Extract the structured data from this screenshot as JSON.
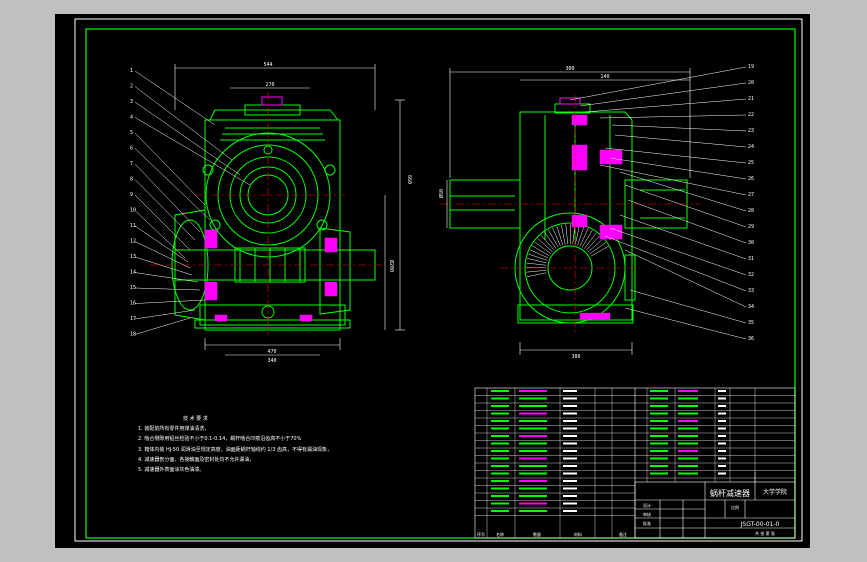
{
  "colors": {
    "background": "#000000",
    "frame": "#ffffff",
    "border": "#00ff00",
    "part_outline": "#00ff00",
    "section": "#ff00ff",
    "dimension": "#ffffff",
    "leader": "#ffffff",
    "centerline": "#ff0000",
    "note_text": "#ffffff"
  },
  "drawing": {
    "title": "蜗杆减速器",
    "school": "大学学院",
    "drawing_no": "JSGT-00-01-0"
  },
  "front_view": {
    "balloons_left": [
      "1",
      "2",
      "3",
      "4",
      "5",
      "6",
      "7",
      "8",
      "9",
      "10",
      "11",
      "12",
      "13",
      "14",
      "15",
      "16",
      "17",
      "18"
    ],
    "dims": {
      "overall_width": "544",
      "top_boss": "270",
      "base_width": "470",
      "base_inner": "340",
      "height_right": "660",
      "center_dia": "Ø200"
    }
  },
  "side_view": {
    "balloons_right": [
      "19",
      "20",
      "21",
      "22",
      "23",
      "24",
      "25",
      "26",
      "27",
      "28",
      "29",
      "30",
      "31",
      "32",
      "33",
      "34",
      "35",
      "36"
    ],
    "dims": {
      "overall_width": "300",
      "shaft_length": "140",
      "base_width": "380",
      "shaft_dia": "Ø50"
    }
  },
  "technical_requirements": {
    "heading": "技 术 要 求",
    "items": [
      "1. 装配前所有零件用煤油清洗，",
      "2. 啮合侧隙用铅丝检验不小于0.1-0.14，蜗杆啮合印痕沿齿高不小于70%",
      "3. 箱体内装 HJ-50 润滑油至规定高度，油面距蜗杆轴线约 1/3 齿高，不得有漏油现象，",
      "4. 减速器剖分面、各接触面及密封处均不允许漏油，",
      "5. 减速器外表面涂灰色油漆。"
    ]
  },
  "title_block": {
    "col_headers": [
      "序号",
      "名称",
      "数量",
      "材料",
      "备注"
    ],
    "sign_labels": [
      "设计",
      "审核",
      "批准"
    ],
    "scale_label": "比例",
    "sheet_label": "共 张 第 张"
  }
}
